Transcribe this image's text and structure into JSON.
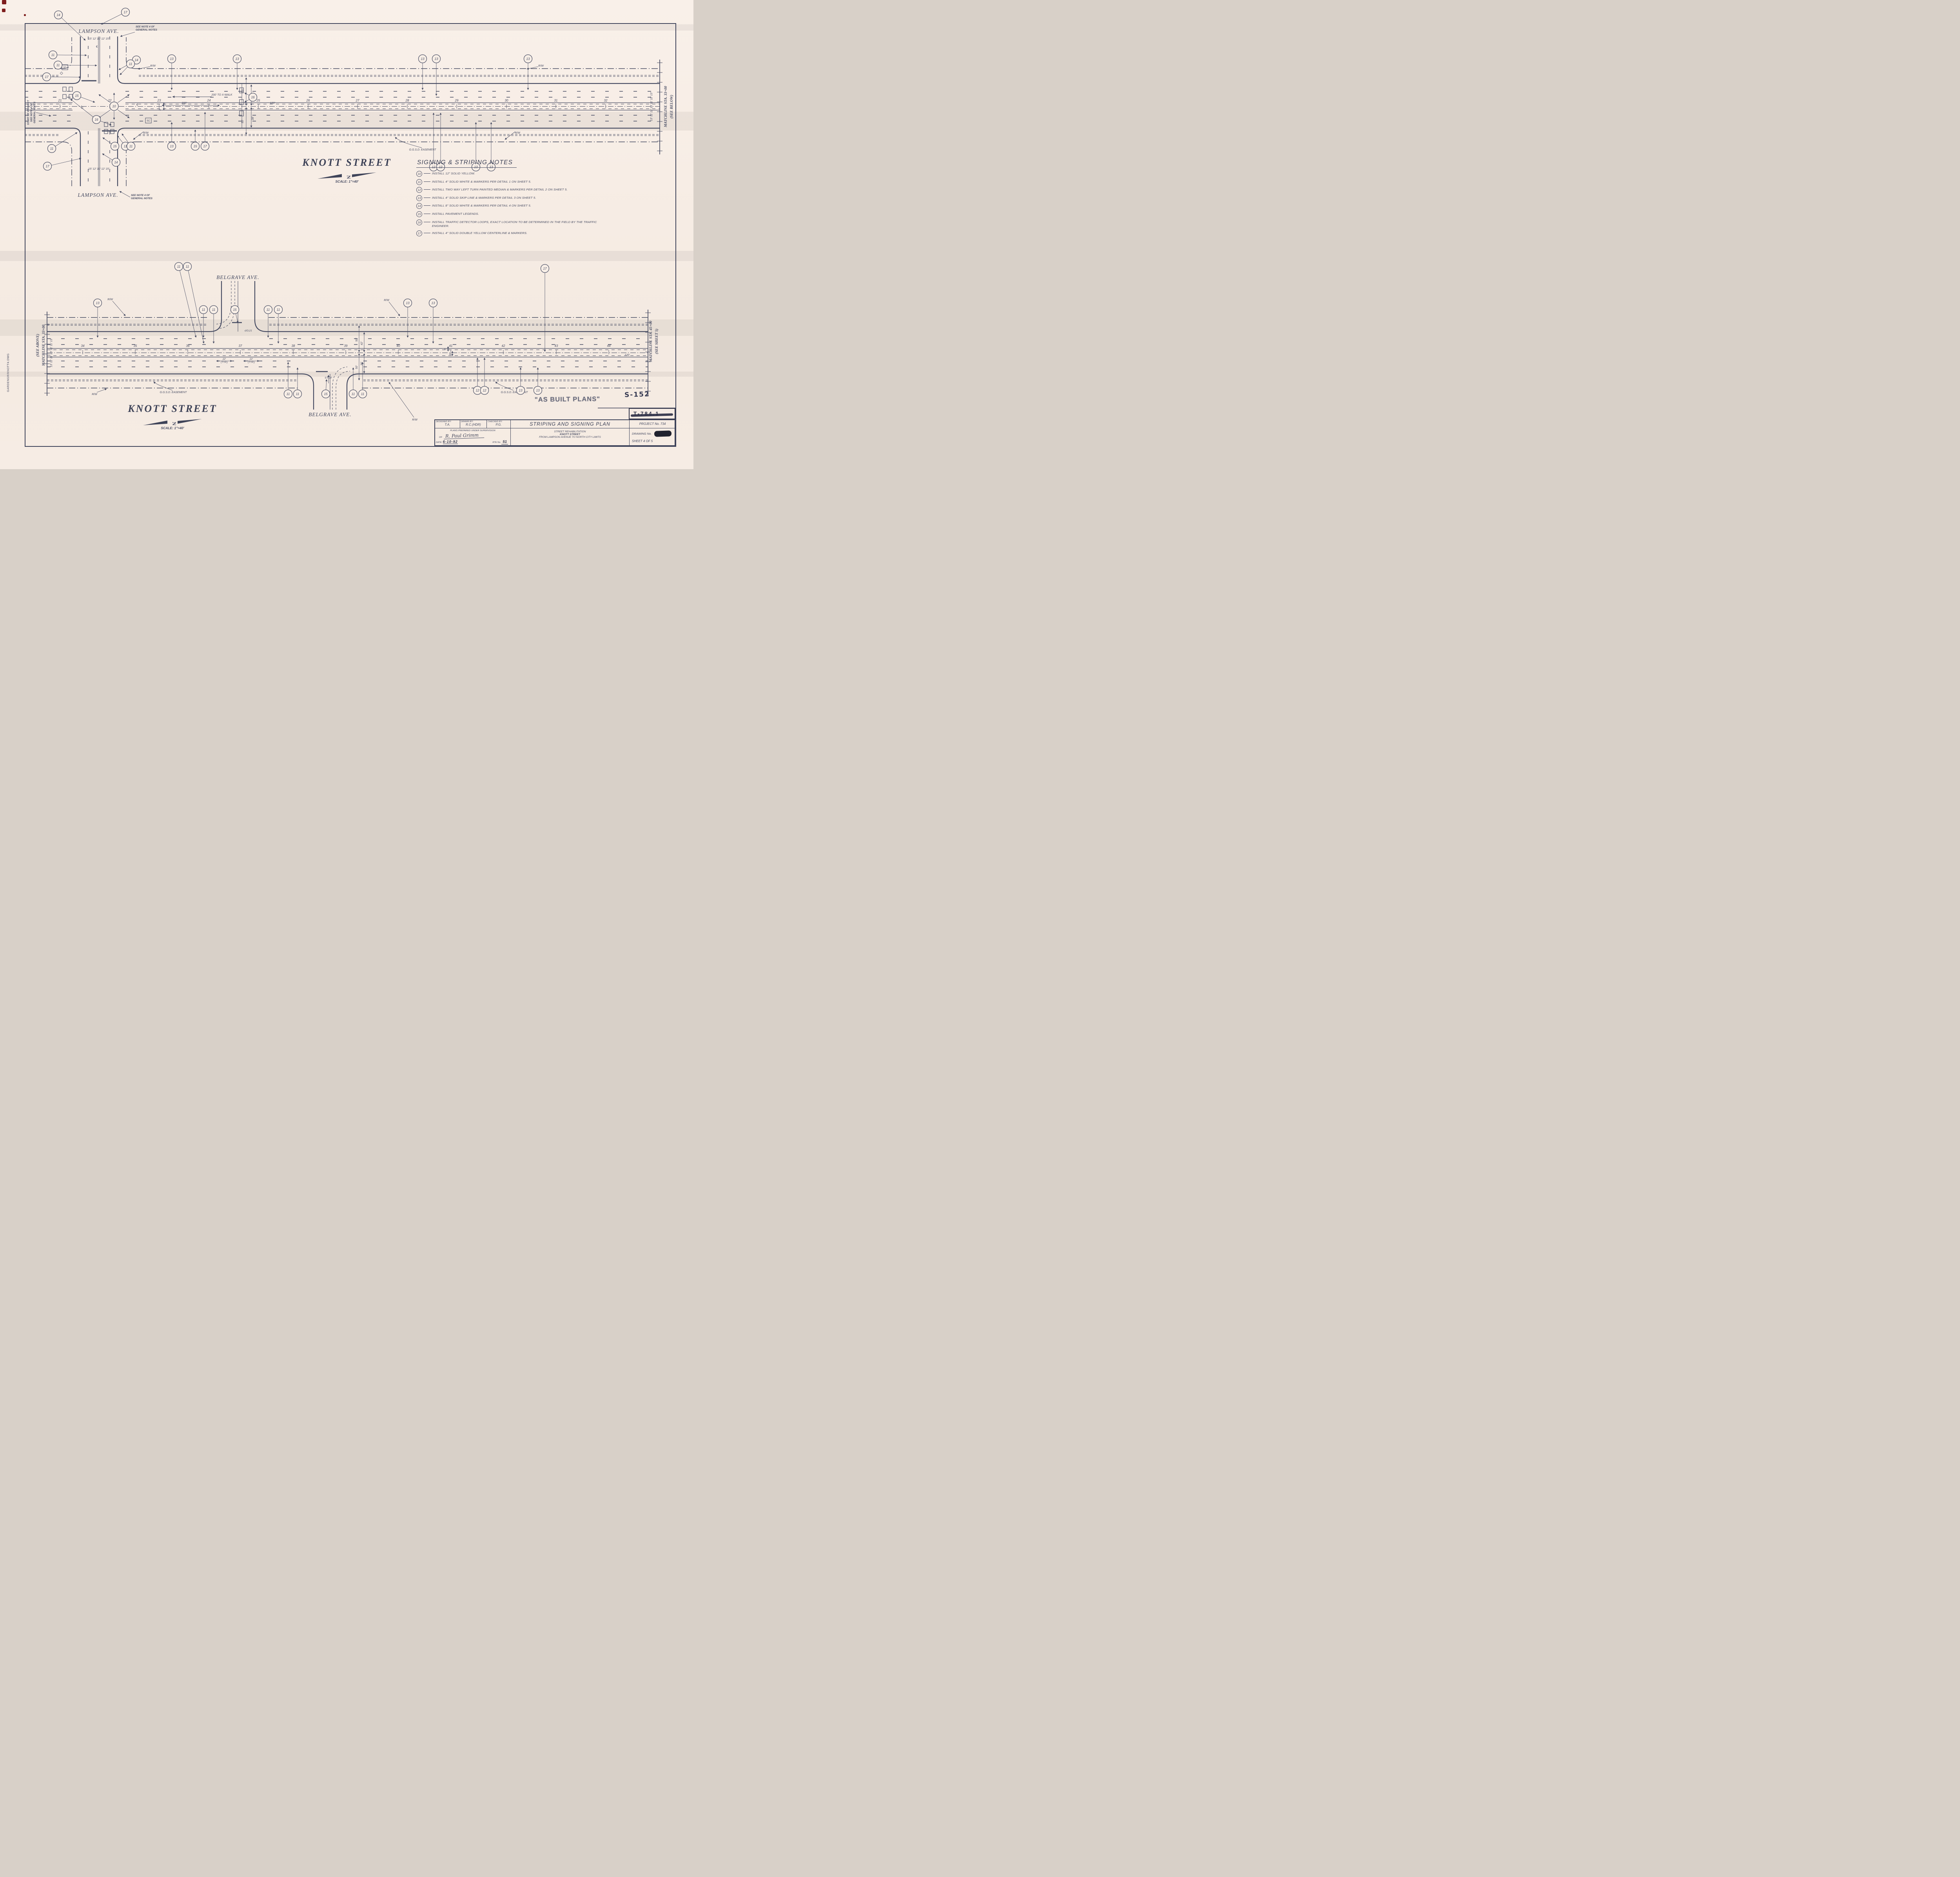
{
  "sheet": {
    "file_ref": "GARDENGR/KNOTT4.DWG"
  },
  "shared": {
    "rw_label": "R/W",
    "easement_label": "G.G.S.D. EASEMENT",
    "centerline_symbol": "℄",
    "north_label": "N",
    "stop_label": "STOP",
    "sc_label": "SC"
  },
  "notes": {
    "heading": "SIGNING & STRIPING NOTES",
    "items": [
      {
        "num": "10",
        "text": "INSTALL 12\" SOLID YELLOW."
      },
      {
        "num": "11",
        "text": "INSTALL 4\" SOLID WHITE & MARKERS PER DETAIL 1 ON SHEET 5."
      },
      {
        "num": "12",
        "text": "INSTALL TWO WAY LEFT TURN PAINTED MEDIAN & MARKERS PER DETAIL 2 ON SHEET 5."
      },
      {
        "num": "13",
        "text": "INSTALL 4\" SOLID SKIP LINE & MARKERS PER DETAIL 3 ON SHEET 5."
      },
      {
        "num": "14",
        "text": "INSTALL 8\" SOLID WHITE & MARKERS PER DETAIL 4 ON SHEET 5."
      },
      {
        "num": "15",
        "text": "INSTALL PAVEMENT LEGENDS."
      },
      {
        "num": "16",
        "text": "INSTALL TRAFFIC DETECTOR LOOPS, EXACT LOCATION TO BE DETERMINED IN THE FIELD BY THE TRAFFIC ENGINEER."
      },
      {
        "num": "17",
        "text": "INSTALL 4\" SOLID DOUBLE YELLOW CENTERLINE & MARKERS."
      }
    ]
  },
  "plans": {
    "top": {
      "street_title": "KNOTT STREET",
      "scale_label": "SCALE: 1\"=40'",
      "cross_street": "LAMPSON AVE.",
      "see_note_line1": "SEE NOTE 4 OF",
      "see_note_line2": "GENERAL NOTES",
      "start_of_project": [
        "START OF PROJECT",
        "SEE NOTE 4 OF",
        "GENERAL NOTES"
      ],
      "lane_widths_cross": "15' 12' 10' 12' 15'",
      "lane_widths_main": "13' 11' 11' 10' 11' 11' 13'",
      "matchline": "MATCHLINE STA. 33+00",
      "matchline_sub": "(SEE BELOW)",
      "stations": [
        "21",
        "22",
        "23",
        "24",
        "25",
        "26",
        "27",
        "28",
        "29",
        "30",
        "31",
        "32"
      ],
      "callouts": [
        "14",
        "17",
        "11",
        "11",
        "17",
        "15",
        "16",
        "14",
        "11",
        "13",
        "13",
        "16",
        "13",
        "13",
        "13",
        "11",
        "17",
        "14",
        "15",
        "11",
        "11",
        "13",
        "15",
        "17",
        "12",
        "12",
        "13",
        "13"
      ],
      "center_callout": "10",
      "dims": {
        "xwalk": "200' TO X-WALK",
        "d200": "200'",
        "d120": "120'",
        "d50": "50'",
        "d42": "42'",
        "d38": "38'",
        "d10": "10'",
        "d3": "3'"
      }
    },
    "bottom": {
      "street_title": "KNOTT STREET",
      "scale_label": "SCALE: 1\"=40'",
      "cross_street": "BELGRAVE AVE.",
      "lane_widths_main": "13' 11' 11' 10' 11' 11' 13'",
      "matchline_left": "MATCHLINE STA. 33+00",
      "matchline_left_sub": "(SEE ABOVE)",
      "matchline_right": "MATCHLINE STA. 45+00",
      "matchline_right_sub": "(SEE SHEET 5)",
      "stations": [
        "34",
        "35",
        "36",
        "37",
        "38",
        "39",
        "40",
        "41",
        "42",
        "43",
        "44"
      ],
      "callouts": [
        "11",
        "11",
        "11",
        "11",
        "15",
        "11",
        "11",
        "17",
        "13",
        "13",
        "13",
        "11",
        "11",
        "15",
        "11",
        "11",
        "12",
        "12",
        "13",
        "13"
      ],
      "dims": {
        "typ": "22'",
        "typ_sub": "(TYP.)",
        "d50": "50'",
        "d42": "42'",
        "d38": "38'",
        "d7": "7'",
        "d3": "3'",
        "d120": "120'"
      }
    }
  },
  "title_block": {
    "designed_label": "DESIGNED BY:",
    "designed": "T.A.",
    "drawn_label": "DRAWN BY:",
    "drawn": "R.C.(HDR)",
    "checked_label": "CHECKED BY:",
    "checked": "P.G.",
    "supervision": "PLANS PREPARED UNDER SUPERVISION",
    "of_label": "OF",
    "signature": "R. Paul Grimm",
    "date_label": "DATE:",
    "date": "6-10-92",
    "rte_label": "RTE No.",
    "rte": "51",
    "title": "STRIPING AND SIGNING PLAN",
    "project": "PROJECT No. 734",
    "subtitle": [
      "STREET REHABILITATION",
      "KNOTT STREET",
      "FROM LAMPSON AVENUE TO NORTH CITY LIMITS"
    ],
    "drawing_label": "DRAWING No.",
    "sheet": "SHEET 4 OF 5"
  },
  "stamps": {
    "as_built": "\"AS BUILT PLANS\"",
    "s152": "S-152",
    "t784": "T-784.1"
  }
}
